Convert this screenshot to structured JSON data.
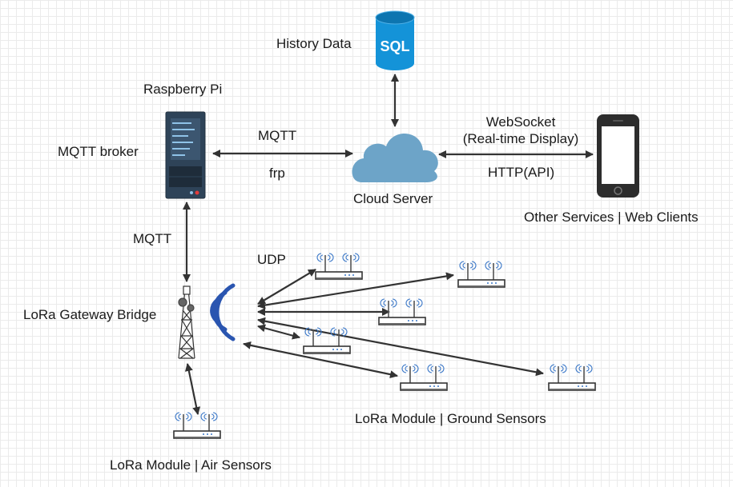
{
  "nodes": {
    "history": "History Data",
    "sql": "SQL",
    "raspberry": "Raspberry Pi",
    "mqtt_broker": "MQTT broker",
    "cloud": "Cloud Server",
    "clients": "Other Services | Web Clients",
    "gateway": "LoRa Gateway Bridge",
    "ground": "LoRa Module | Ground Sensors",
    "air": "LoRa Module | Air Sensors"
  },
  "links": {
    "mqtt_top": "MQTT",
    "frp": "frp",
    "websocket_1": "WebSocket",
    "websocket_2": "(Real-time Display)",
    "http": "HTTP(API)",
    "mqtt_vertical": "MQTT",
    "udp": "UDP"
  },
  "colors": {
    "arrow": "#333333",
    "db": "#1493d8",
    "cloud": "#6da4c8",
    "server": "#2e4358",
    "phone": "#2d2d2d",
    "signal": "#2a55b0"
  }
}
